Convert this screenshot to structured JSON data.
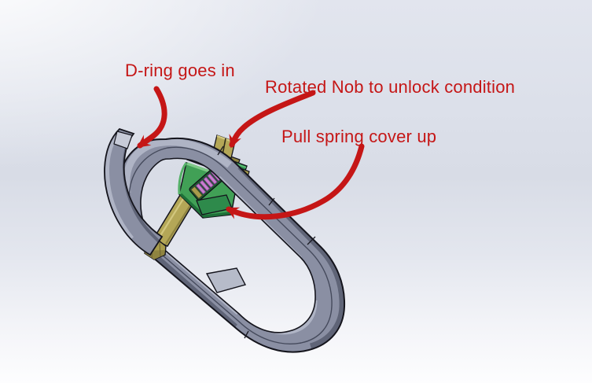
{
  "annotations": {
    "d_ring_label": "D-ring goes in",
    "rotated_nob_label": "Rotated Nob to unlock condition",
    "pull_spring_label": "Pull spring cover up"
  },
  "colors": {
    "annotation_red": "#C51616",
    "ring_gray_mid": "#8A8FA3",
    "ring_gray_light": "#AFB4C5",
    "ring_gray_dark": "#5F6477",
    "ring_edge": "#14141C",
    "cover_green": "#41A056",
    "cover_green_light": "#7EC987",
    "cover_green_dark": "#1E7038",
    "flange_green": "#2E8A4B",
    "slot_green": "#1A5A2E",
    "spring_pink": "#C97FD0",
    "spring_pink_dark": "#7A3E85",
    "brass_olive": "#B4A757",
    "brass_olive_light": "#D2C77E",
    "brass_olive_dark": "#8F8440",
    "plate_gray": "#B6BBC9"
  }
}
